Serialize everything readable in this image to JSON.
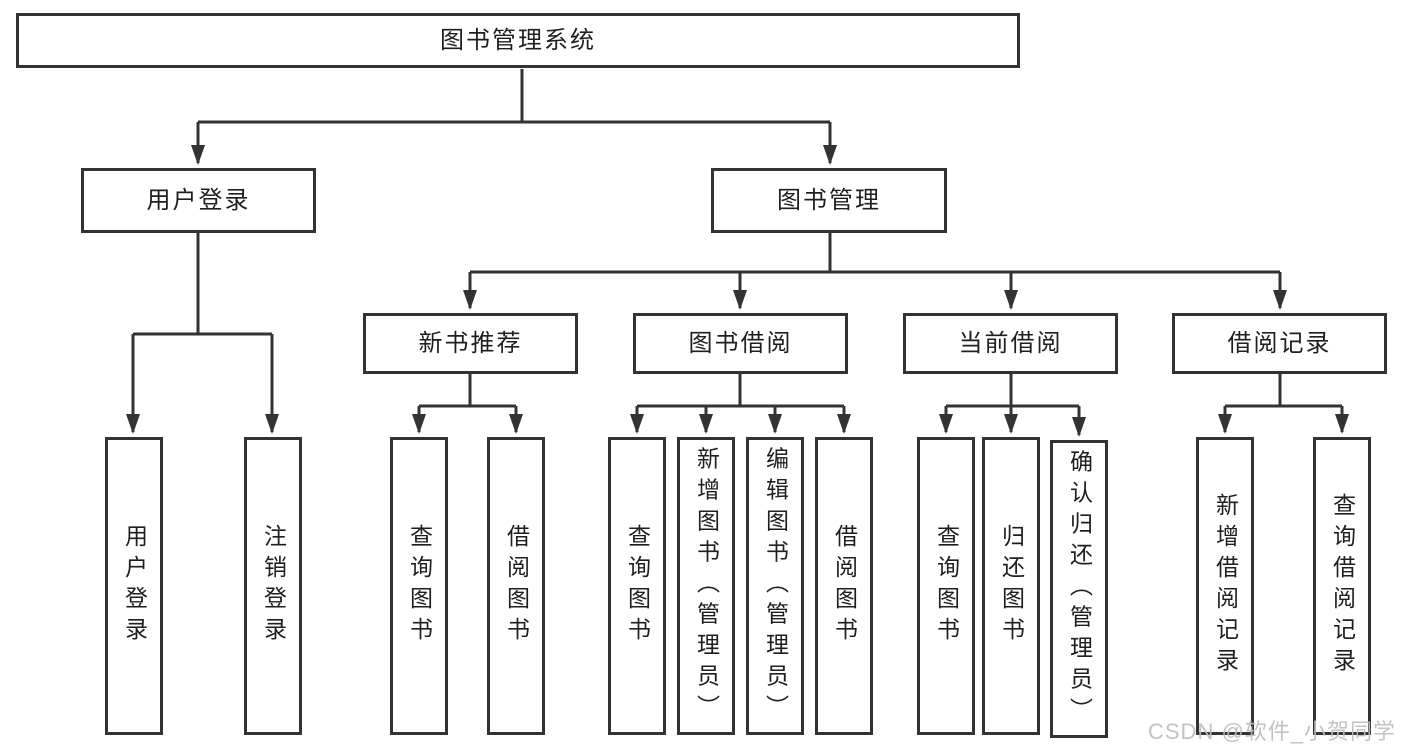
{
  "tree": {
    "label": "图书管理系统",
    "children": [
      {
        "label": "用户登录",
        "children": [
          {
            "label": "用户登录"
          },
          {
            "label": "注销登录"
          }
        ]
      },
      {
        "label": "图书管理",
        "children": [
          {
            "label": "新书推荐",
            "children": [
              {
                "label": "查询图书"
              },
              {
                "label": "借阅图书"
              }
            ]
          },
          {
            "label": "图书借阅",
            "children": [
              {
                "label": "查询图书"
              },
              {
                "label": "新增图书（管理员）"
              },
              {
                "label": "编辑图书（管理员）"
              },
              {
                "label": "借阅图书"
              }
            ]
          },
          {
            "label": "当前借阅",
            "children": [
              {
                "label": "查询图书"
              },
              {
                "label": "归还图书"
              },
              {
                "label": "确认归还（管理员）"
              }
            ]
          },
          {
            "label": "借阅记录",
            "children": [
              {
                "label": "新增借阅记录"
              },
              {
                "label": "查询借阅记录"
              }
            ]
          }
        ]
      }
    ]
  },
  "watermark": {
    "text": "CSDN @软件_小贺同学"
  },
  "colors": {
    "line": "#333333",
    "text": "#1f1f1f",
    "watermark": "#bdbdbd",
    "background": "#ffffff"
  }
}
